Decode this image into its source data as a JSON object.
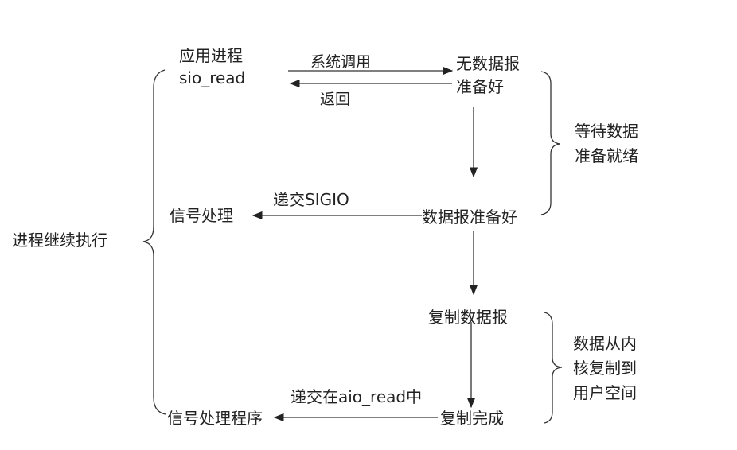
{
  "diagram": {
    "app_process": "应用进程",
    "sio_read": "sio_read",
    "syscall": "系统调用",
    "return": "返回",
    "no_datagram": "无数据报",
    "ready1": "准备好",
    "wait_line1": "等待数据",
    "wait_line2": "准备就绪",
    "signal_handle": "信号处理",
    "deliver_sigio": "递交SIGIO",
    "datagram_ready": "数据报准备好",
    "continue_exec": "进程继续执行",
    "copy_datagram": "复制数据报",
    "copy_line1": "数据从内",
    "copy_line2": "核复制到",
    "copy_line3": "用户空间",
    "deliver_aio": "递交在aio_read中",
    "signal_handler_prog": "信号处理程序",
    "copy_done": "复制完成"
  }
}
